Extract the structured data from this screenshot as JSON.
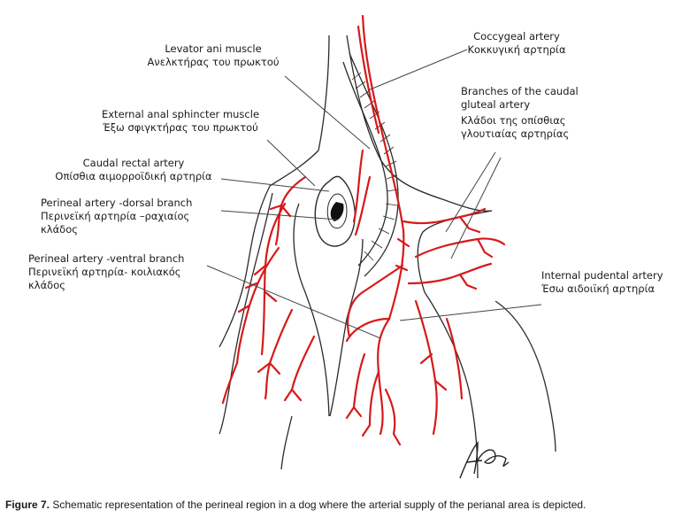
{
  "labels": {
    "levator": {
      "en": "Levator ani muscle",
      "el": "Ανελκτήρας του πρωκτού"
    },
    "coccygeal": {
      "en": "Coccygeal artery",
      "el": "Κοκκυγική αρτηρία"
    },
    "caudal_gluteal": {
      "en1": "Branches of the caudal",
      "en2": "gluteal artery",
      "el1": "Κλάδοι της οπίσθιας",
      "el2": "γλουτιαίας αρτηρίας"
    },
    "external_sphincter": {
      "en": "External anal sphincter  muscle",
      "el": "Έξω σφιγκτήρας του πρωκτού"
    },
    "caudal_rectal": {
      "en": "Caudal rectal artery",
      "el": "Οπίσθια αιμορροϊδική αρτηρία"
    },
    "perineal_dorsal": {
      "en": "Perineal artery -dorsal branch",
      "el1": "Περινεϊκή αρτηρία –ραχιαίος",
      "el2": "κλάδος"
    },
    "perineal_ventral": {
      "en": "Perineal artery -ventral branch",
      "el1": "Περινεϊκή αρτηρία- κοιλιακός",
      "el2": "κλάδος"
    },
    "internal_pudental": {
      "en": "Internal pudental artery",
      "el": "Έσω αιδοιϊκή αρτηρία"
    }
  },
  "caption": {
    "label": "Figure 7.",
    "text": " Schematic representation of the perineal region in a dog where the arterial supply of the perianal area is depicted."
  },
  "colors": {
    "artery": "#d61a1a",
    "outline": "#2a2a2a",
    "leader": "#444444"
  }
}
